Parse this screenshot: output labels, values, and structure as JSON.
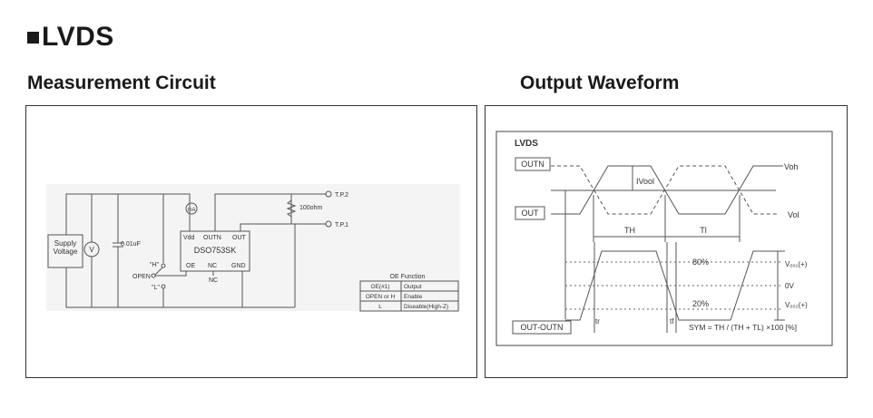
{
  "page": {
    "title": "LVDS"
  },
  "measurement_circuit": {
    "title": "Measurement Circuit",
    "supply_label_1": "Supply",
    "supply_label_2": "Voltage",
    "voltmeter": "V",
    "ammeter": "mA",
    "capacitor": "0.01uF",
    "switch_h": "\"H\"",
    "switch_open": "OPEN",
    "switch_l": "\"L\"",
    "ic_name": "DSO753SK",
    "pin_vdd": "Vdd",
    "pin_outn": "OUTN",
    "pin_out": "OUT",
    "pin_oe": "OE",
    "pin_nc": "NC",
    "pin_gnd": "GND",
    "pin_nc_below": "NC",
    "resistor": "100ohm",
    "tp2": "T.P.2",
    "tp1": "T.P.1",
    "oe_table": {
      "title": "OE Function",
      "rows": [
        [
          "OE(#1)",
          "Output"
        ],
        [
          "OPEN or H",
          "Enable"
        ],
        [
          "L",
          "Diseable(High-Z)"
        ]
      ]
    }
  },
  "output_waveform": {
    "title": "Output Waveform",
    "heading": "LVDS",
    "outn": "OUTN",
    "out": "OUT",
    "out_outn": "OUT-OUTN",
    "voh": "Voh",
    "vol": "Vol",
    "vod_label": "IVool",
    "th": "TH",
    "tl": "Tl",
    "pct80": "80%",
    "pct20": "20%",
    "vod1": "Vₒ₀₁(+)",
    "zero_v": "0V",
    "vod2": "Vₒ₀₂(+)",
    "tr": "tr",
    "tf": "tf",
    "sym_formula": "SYM = TH / (TH + TL) ×100 [%]"
  }
}
